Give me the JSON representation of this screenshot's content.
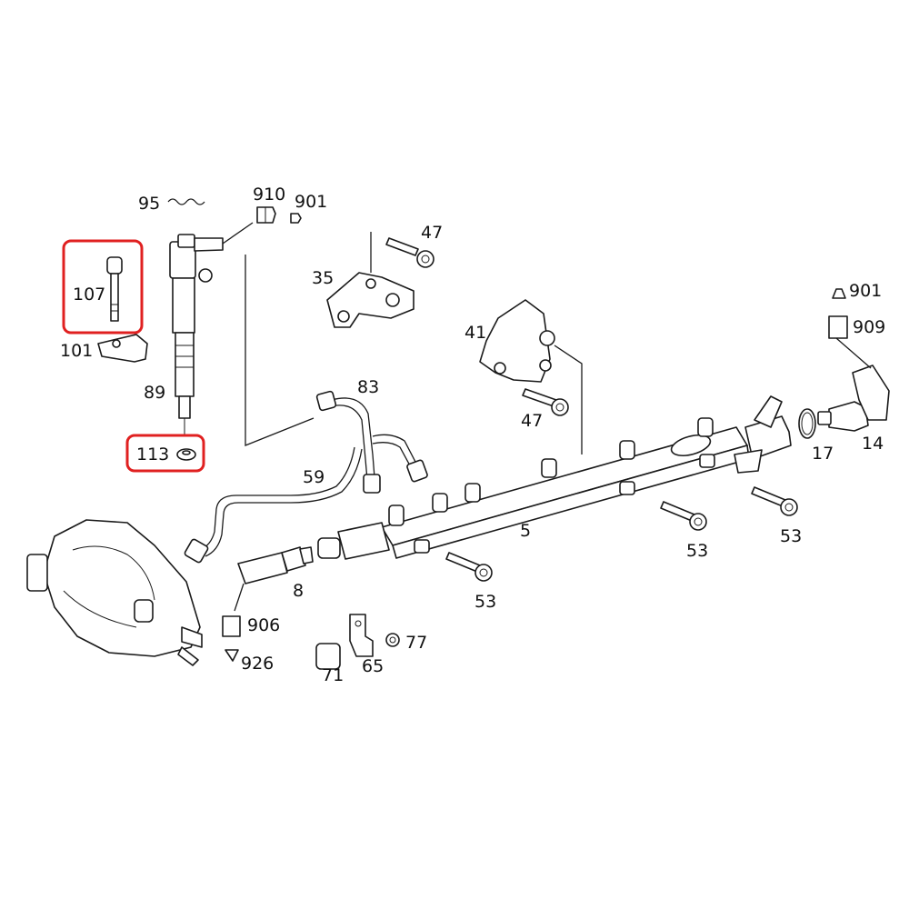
{
  "labels": {
    "l95": "95",
    "l910": "910",
    "l901a": "901",
    "l47a": "47",
    "l35": "35",
    "l107": "107",
    "l101": "101",
    "l89": "89",
    "l83": "83",
    "l41": "41",
    "l901b": "901",
    "l909": "909",
    "l47b": "47",
    "l113": "113",
    "l17": "17",
    "l14": "14",
    "l59": "59",
    "l5": "5",
    "l53a": "53",
    "l53b": "53",
    "l53c": "53",
    "l8": "8",
    "l906": "906",
    "l926": "926",
    "l77": "77",
    "l71": "71",
    "l65": "65"
  },
  "highlight_color": "#e02020"
}
